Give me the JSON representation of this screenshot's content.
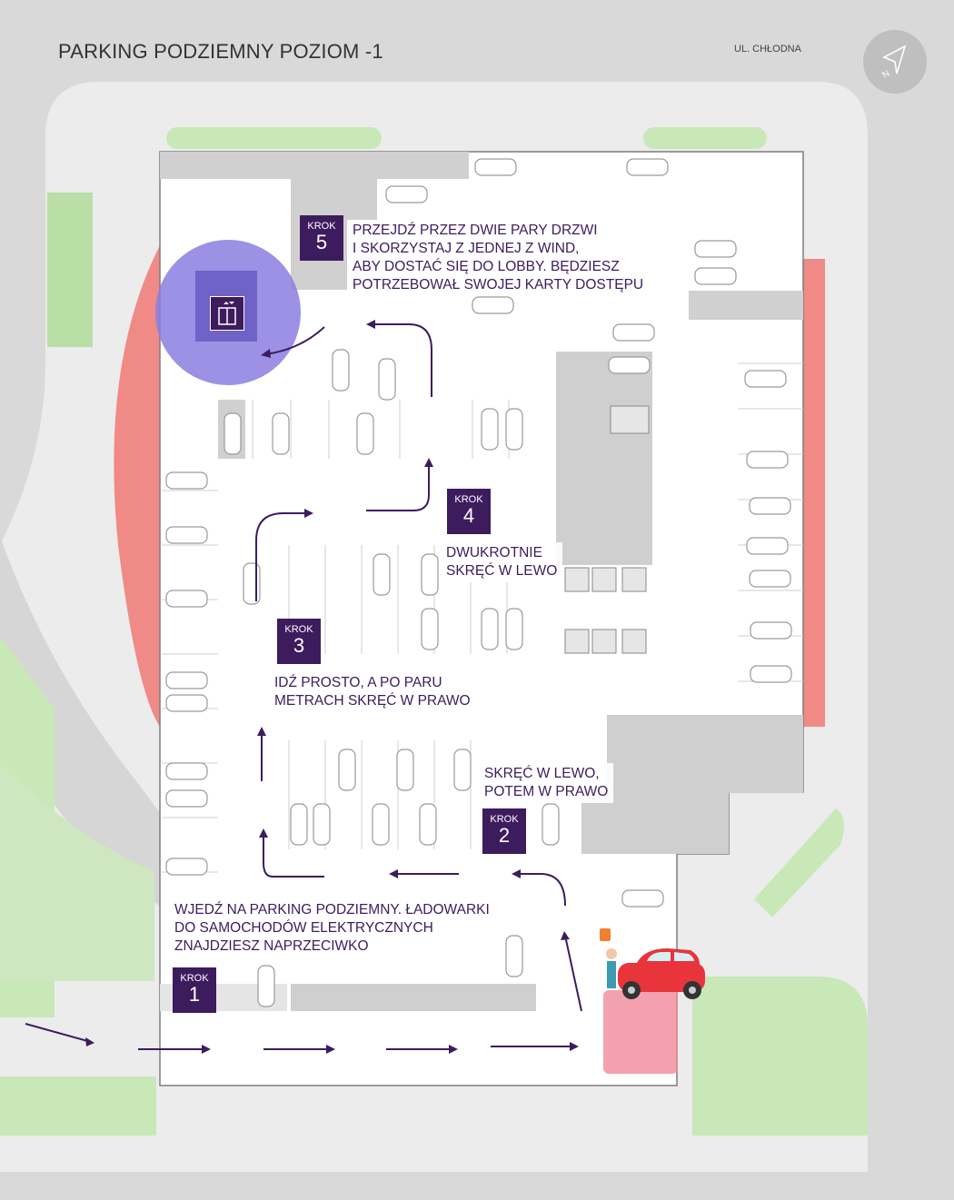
{
  "title": "PARKING PODZIEMNY POZIOM -1",
  "street_label": "UL. CHŁODNA",
  "north_icon": "north-compass-icon",
  "colors": {
    "accent": "#3d1c5e",
    "elevator_highlight": "#8b7ee0",
    "ev_spot": "#f08a9a",
    "ramp_red": "#ef8a86",
    "greenery": "#c8e8b8",
    "car": "#e8343a"
  },
  "steps": [
    {
      "keyword": "KROK",
      "number": "1",
      "text": [
        "WJEDŹ NA PARKING PODZIEMNY. ŁADOWARKI",
        "DO SAMOCHODÓW ELEKTRYCZNYCH",
        "ZNAJDZIESZ NAPRZECIWKO"
      ]
    },
    {
      "keyword": "KROK",
      "number": "2",
      "text": [
        "SKRĘĆ W LEWO,",
        "POTEM W PRAWO"
      ]
    },
    {
      "keyword": "KROK",
      "number": "3",
      "text": [
        "IDŹ PROSTO, A PO PARU",
        "METRACH SKRĘĆ W PRAWO"
      ]
    },
    {
      "keyword": "KROK",
      "number": "4",
      "text": [
        "DWUKROTNIE",
        "SKRĘĆ W LEWO"
      ]
    },
    {
      "keyword": "KROK",
      "number": "5",
      "text": [
        "PRZEJDŹ PRZEZ DWIE PARY DRZWI",
        "I SKORZYSTAJ Z JEDNEJ Z WIND,",
        "ABY DOSTAĆ SIĘ DO LOBBY. BĘDZIESZ",
        "POTRZEBOWAŁ SWOJEJ KARTY DOSTĘPU"
      ]
    }
  ]
}
